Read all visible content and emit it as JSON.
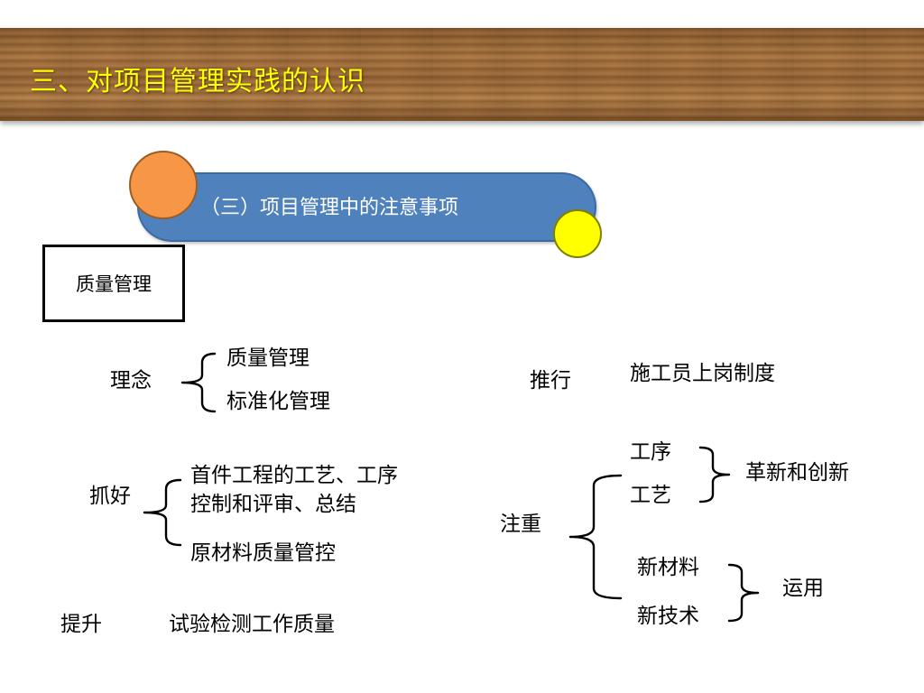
{
  "header": {
    "title": "三、对项目管理实践的认识"
  },
  "section": {
    "title": "（三）项目管理中的注意事项"
  },
  "box": {
    "label": "质量管理"
  },
  "concept": {
    "label": "理念",
    "items": [
      "质量管理",
      "标准化管理"
    ]
  },
  "promote": {
    "label": "推行",
    "item": "施工员上岗制度"
  },
  "grasp": {
    "label": "抓好",
    "item1_line1": "首件工程的工艺、工序",
    "item1_line2": "控制和评审、总结",
    "item2": "原材料质量管控"
  },
  "emphasis": {
    "label": "注重",
    "group1": {
      "items": [
        "工序",
        "工艺"
      ],
      "result": "革新和创新"
    },
    "group2": {
      "items": [
        "新材料",
        "新技术"
      ],
      "result": "运用"
    }
  },
  "improve": {
    "label": "提升",
    "item": "试验检测工作质量"
  },
  "colors": {
    "title_text": "#ffff00",
    "pill_fill": "#4f81bd",
    "orange_circle": "#f79646",
    "yellow_circle": "#ffff00"
  }
}
